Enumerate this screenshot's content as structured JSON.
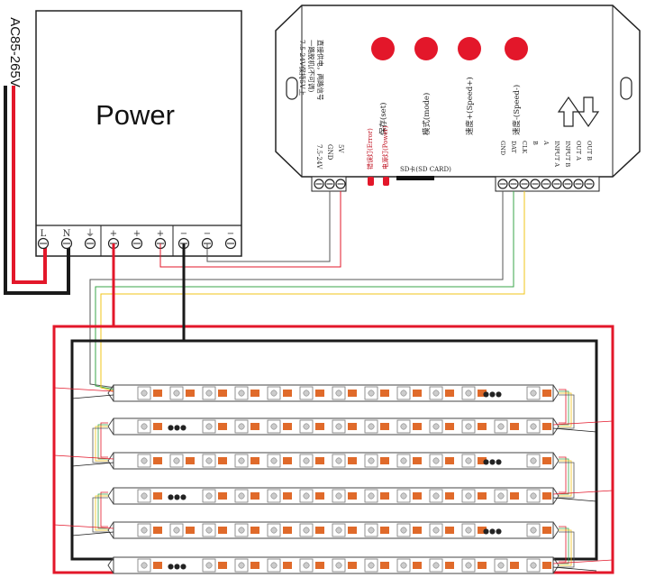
{
  "power_supply": {
    "input_label": "AC85-265V",
    "title": "Power",
    "terminals": [
      "L",
      "N",
      "⏚",
      "+",
      "+",
      "+",
      "−",
      "−",
      "−"
    ]
  },
  "controller": {
    "description_lines": [
      "直接供电，两路信号",
      "一路脱机(不可调)",
      "7.5-24V保持5V上"
    ],
    "buttons": [
      {
        "color": "#e3172a",
        "label": "保存(set)"
      },
      {
        "color": "#e3172a",
        "label": "模式(mode)"
      },
      {
        "color": "#e3172a",
        "label": "速度+(Speed+)"
      },
      {
        "color": "#e3172a",
        "label": "速度-(Speed-)"
      }
    ],
    "power_in_labels": [
      "7.5-24V",
      "GND",
      "5V"
    ],
    "leds": [
      {
        "color": "#e3172a",
        "label": "错误灯(Error)"
      },
      {
        "color": "#e3172a",
        "label": "电源灯(Power)"
      }
    ],
    "sd_label": "SD卡(SD CARD)",
    "output_labels": [
      "GND",
      "DAT",
      "CLK",
      "B",
      "A",
      "INPUT A",
      "INPUT B",
      "OUT A",
      "OUT B"
    ],
    "arrows": [
      "up-arrow-icon",
      "down-arrow-icon"
    ]
  },
  "led_strips": {
    "count": 6,
    "pixel_color": "#e06a2a",
    "ellipsis": "●●●"
  },
  "wire_colors": {
    "red": "#e3172a",
    "black": "#1a1a1a",
    "green": "#3aa64a",
    "yellow": "#f0c419",
    "gray": "#777777"
  }
}
